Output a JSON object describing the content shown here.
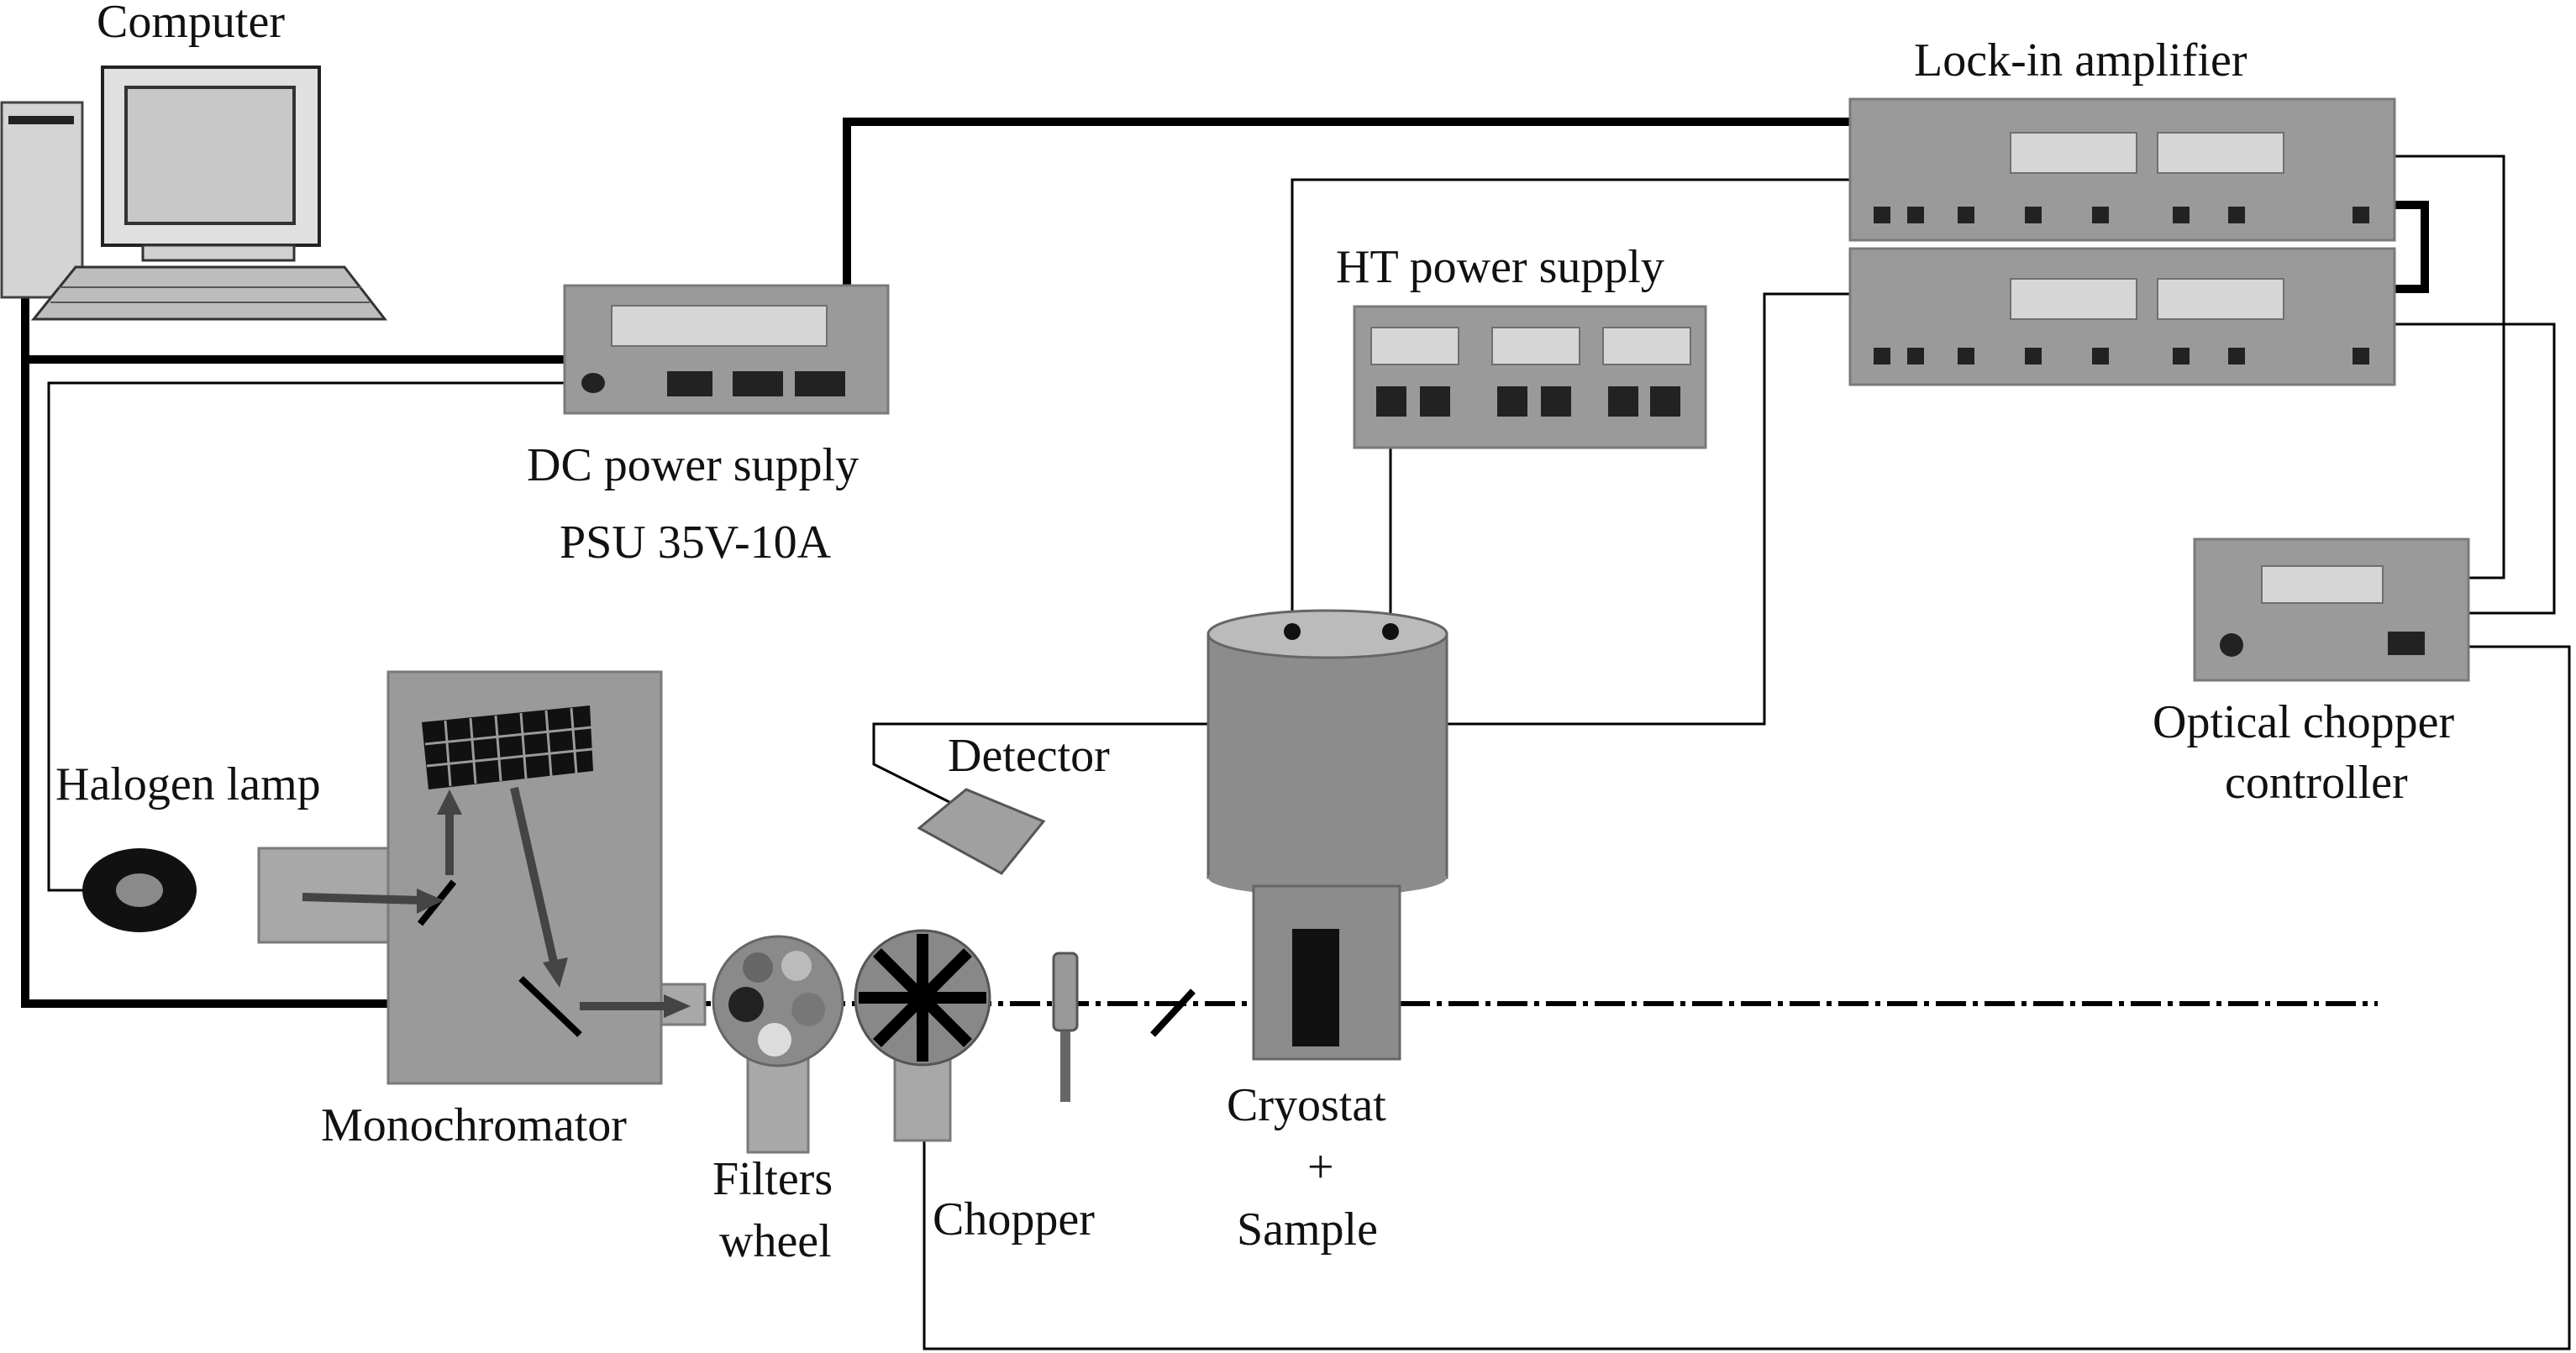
{
  "labels": {
    "computer": "Computer",
    "dc_power_supply_line1": "DC power supply",
    "dc_power_supply_line2": "PSU 35V-10A",
    "lock_in_amplifier": "Lock-in amplifier",
    "ht_power_supply": "HT power supply",
    "optical_chopper_controller_line1": "Optical chopper",
    "optical_chopper_controller_line2": "controller",
    "halogen_lamp": "Halogen lamp",
    "monochromator": "Monochromator",
    "filters_wheel_line1": "Filters",
    "filters_wheel_line2": "wheel",
    "chopper": "Chopper",
    "detector": "Detector",
    "cryostat_line1": "Cryostat",
    "cryostat_line2": "+",
    "cryostat_line3": "Sample"
  },
  "colors": {
    "background": "#ffffff",
    "device_body": "#9a9a9a",
    "display": "#d6d6d6",
    "wire": "#000000"
  },
  "icons": {
    "computer": "desktop-computer-icon",
    "halogen_lamp": "ring-lamp-icon",
    "grating": "diffraction-grating-icon",
    "chopper_blade": "chopper-blade-icon"
  }
}
